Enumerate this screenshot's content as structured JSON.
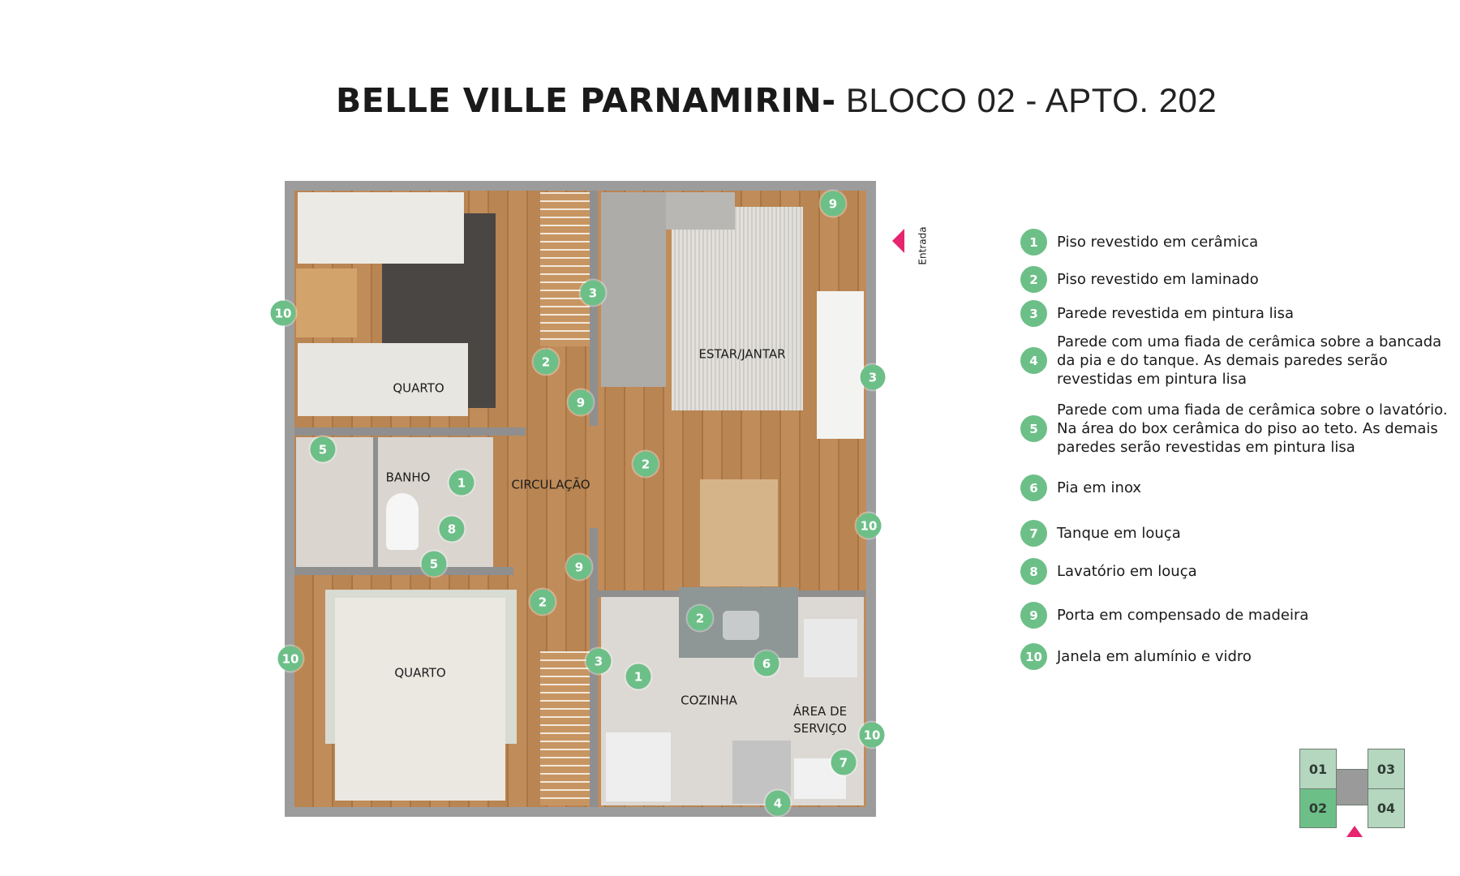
{
  "title": {
    "bold": "BELLE VILLE PARNAMIRIN-",
    "light": " BLOCO 02 - APTO. 202"
  },
  "entrance_label": "Entrada",
  "rooms": {
    "quarto_1": "QUARTO",
    "banho": "BANHO",
    "circulacao": "CIRCULAÇÃO",
    "estar_jantar": "ESTAR/JANTAR",
    "quarto_2": "QUARTO",
    "cozinha": "COZINHA",
    "area_servico": "ÁREA DE\nSERVIÇO"
  },
  "markers": [
    "10",
    "3",
    "2",
    "9",
    "9",
    "3",
    "5",
    "1",
    "2",
    "8",
    "5",
    "9",
    "10",
    "2",
    "2",
    "10",
    "3",
    "1",
    "6",
    "10",
    "7",
    "4"
  ],
  "legend": [
    {
      "num": "1",
      "text": "Piso revestido em cerâmica"
    },
    {
      "num": "2",
      "text": "Piso revestido em laminado"
    },
    {
      "num": "3",
      "text": "Parede revestida em pintura lisa"
    },
    {
      "num": "4",
      "text": "Parede com uma fiada de cerâmica sobre a bancada da pia e  do tanque. As demais paredes serão revestidas em pintura lisa"
    },
    {
      "num": "5",
      "text": "Parede com uma fiada de cerâmica sobre o lavatório. Na área do box cerâmica do piso ao teto. As demais paredes serão revestidas em pintura lisa"
    },
    {
      "num": "6",
      "text": "Pia em inox"
    },
    {
      "num": "7",
      "text": "Tanque em louça"
    },
    {
      "num": "8",
      "text": "Lavatório em louça"
    },
    {
      "num": "9",
      "text": "Porta em compensado de madeira"
    },
    {
      "num": "10",
      "text": "Janela em alumínio e vidro"
    }
  ],
  "block_map": {
    "units": [
      "01",
      "02",
      "03",
      "04"
    ],
    "selected": "02"
  },
  "colors": {
    "marker": "#6dbf88",
    "entrance": "#e6246f",
    "selected_unit": "#6dbf88",
    "unit": "#b5d6bf"
  }
}
